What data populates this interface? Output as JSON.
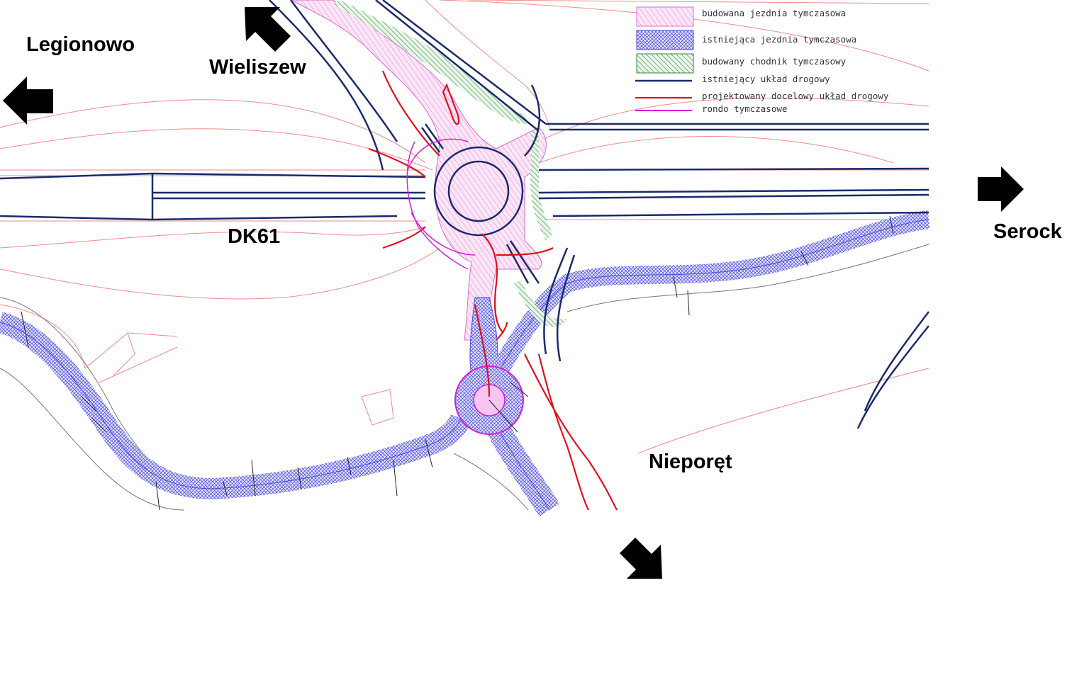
{
  "labels": {
    "legionowo": "Legionowo",
    "wieliszew": "Wieliszew",
    "dk61": "DK61",
    "serock": "Serock",
    "nieporet": "Nieporęt"
  },
  "legend": [
    {
      "text": "budowana jezdnia tymczasowa",
      "symbol": "pink-hatch"
    },
    {
      "text": "istniejąca jezdnia tymczasowa",
      "symbol": "blue-crosshatch"
    },
    {
      "text": "budowany chodnik tymczasowy",
      "symbol": "green-hatch"
    },
    {
      "text": "istniejący układ drogowy",
      "symbol": "navy-line"
    },
    {
      "text": "projektowany docelowy układ drogowy",
      "symbol": "red-line"
    },
    {
      "text": "rondo tymczasowe",
      "symbol": "magenta-line"
    }
  ],
  "colors": {
    "existing": "#1a2a6c",
    "projected": "#e0101a",
    "temporary_roundabout": "#d61fd6",
    "temporary_road_fill": "#6a6ae8",
    "built_road_fill": "#f090e0",
    "sidewalk": "#2e8b3a",
    "thin_red": "#f08080"
  }
}
